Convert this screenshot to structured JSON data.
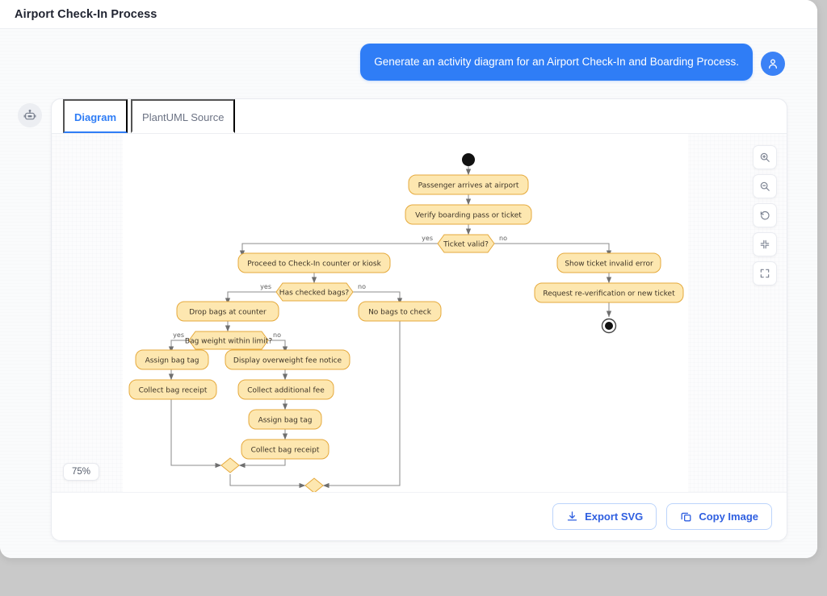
{
  "window": {
    "title": "Airport Check-In Process"
  },
  "chat": {
    "user_avatar_icon": "user-icon",
    "bot_avatar_icon": "robot-icon",
    "user_message": "Generate an activity diagram for an Airport Check-In and Boarding Process."
  },
  "card": {
    "tabs": [
      {
        "label": "Diagram",
        "active": true
      },
      {
        "label": "PlantUML Source",
        "active": false
      }
    ],
    "zoom_level": "75%",
    "tools": [
      {
        "name": "zoom-in-icon",
        "title": "Zoom in"
      },
      {
        "name": "zoom-out-icon",
        "title": "Zoom out"
      },
      {
        "name": "reset-icon",
        "title": "Reset view"
      },
      {
        "name": "shrink-icon",
        "title": "Fit to screen"
      },
      {
        "name": "fullscreen-icon",
        "title": "Fullscreen"
      }
    ],
    "actions": [
      {
        "label": "Export SVG",
        "icon": "download-icon"
      },
      {
        "label": "Copy Image",
        "icon": "copy-icon"
      }
    ]
  },
  "diagram": {
    "type": "activity-diagram",
    "theme": {
      "node_fill": "#fde7b0",
      "node_stroke": "#e5a93c",
      "edge": "#8d8d8d",
      "text": "#3c3326"
    },
    "start_node": {
      "shape": "filled-circle"
    },
    "end_node": {
      "shape": "bullseye"
    },
    "activities": [
      {
        "id": "a1",
        "label": "Passenger arrives at airport"
      },
      {
        "id": "a2",
        "label": "Verify boarding pass or ticket"
      },
      {
        "id": "a3",
        "label": "Proceed to Check-In counter or kiosk"
      },
      {
        "id": "a4",
        "label": "Drop bags at counter"
      },
      {
        "id": "a5",
        "label": "No bags to check"
      },
      {
        "id": "a6",
        "label": "Assign bag tag"
      },
      {
        "id": "a7",
        "label": "Display overweight fee notice"
      },
      {
        "id": "a8",
        "label": "Collect bag receipt"
      },
      {
        "id": "a9",
        "label": "Collect additional fee"
      },
      {
        "id": "a10",
        "label": "Assign bag tag"
      },
      {
        "id": "a11",
        "label": "Collect bag receipt"
      },
      {
        "id": "a12",
        "label": "Show ticket invalid error"
      },
      {
        "id": "a13",
        "label": "Request re-verification or new ticket"
      }
    ],
    "decisions": [
      {
        "id": "d1",
        "label": "Ticket valid?",
        "yes": "yes",
        "no": "no"
      },
      {
        "id": "d2",
        "label": "Has checked bags?",
        "yes": "yes",
        "no": "no"
      },
      {
        "id": "d3",
        "label": "Bag weight within limit?",
        "yes": "yes",
        "no": "no"
      }
    ],
    "merges": [
      {
        "id": "m1"
      },
      {
        "id": "m2"
      }
    ]
  }
}
